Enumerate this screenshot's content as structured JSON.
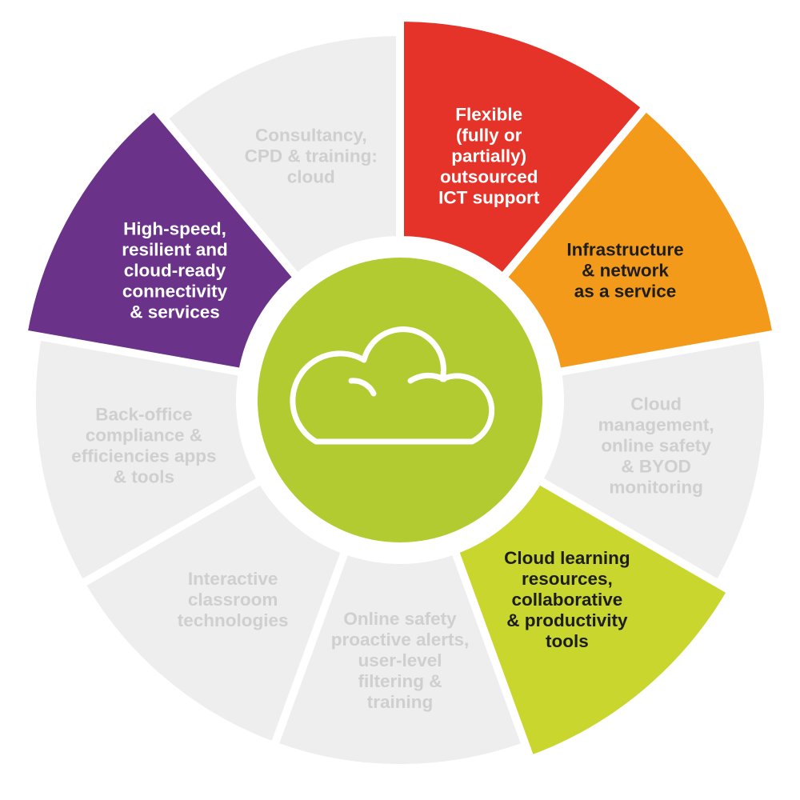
{
  "diagram": {
    "center_icon": "cloud-icon",
    "center_color": "#b2cb30",
    "segments": [
      {
        "id": "flexible-support",
        "lines": [
          "Flexible",
          "(fully or",
          "partially)",
          "outsourced",
          "ICT support"
        ],
        "fill": "#e5332a",
        "text_color": "#ffffff",
        "highlighted": true
      },
      {
        "id": "infrastructure",
        "lines": [
          "Infrastructure",
          "& network",
          "as a service"
        ],
        "fill": "#f39a1b",
        "text_color": "#1d1d1b",
        "highlighted": true
      },
      {
        "id": "cloud-management",
        "lines": [
          "Cloud",
          "management,",
          "online safety",
          "& BYOD",
          "monitoring"
        ],
        "fill": "#eeeeee",
        "text_color": "#cfcfcf",
        "highlighted": false
      },
      {
        "id": "cloud-learning",
        "lines": [
          "Cloud learning",
          "resources,",
          "collaborative",
          "& productivity",
          "tools"
        ],
        "fill": "#c8d62e",
        "text_color": "#1d1d1b",
        "highlighted": true
      },
      {
        "id": "online-safety-alerts",
        "lines": [
          "Online safety",
          "proactive alerts,",
          "user-level",
          "filtering &",
          "training"
        ],
        "fill": "#eeeeee",
        "text_color": "#cfcfcf",
        "highlighted": false
      },
      {
        "id": "interactive-classroom",
        "lines": [
          "Interactive",
          "classroom",
          "technologies"
        ],
        "fill": "#eeeeee",
        "text_color": "#cfcfcf",
        "highlighted": false
      },
      {
        "id": "back-office",
        "lines": [
          "Back-office",
          "compliance &",
          "efficiencies apps",
          "& tools"
        ],
        "fill": "#eeeeee",
        "text_color": "#cfcfcf",
        "highlighted": false
      },
      {
        "id": "connectivity",
        "lines": [
          "High-speed,",
          "resilient and",
          "cloud-ready",
          "connectivity",
          "& services"
        ],
        "fill": "#6a3289",
        "text_color": "#ffffff",
        "highlighted": true
      },
      {
        "id": "consultancy",
        "lines": [
          "Consultancy,",
          "CPD & training:",
          "cloud"
        ],
        "fill": "#eeeeee",
        "text_color": "#cfcfcf",
        "highlighted": false
      }
    ]
  }
}
